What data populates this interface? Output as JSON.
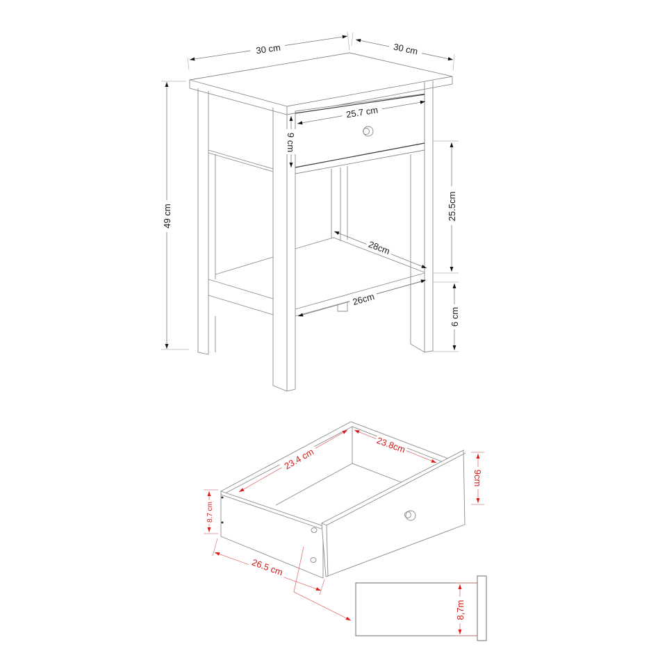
{
  "colors": {
    "background": "#ffffff",
    "outline": "#8a8a8a",
    "dimension_black": "#1a1a1a",
    "dimension_red": "#d11a1a"
  },
  "nightstand": {
    "labels": {
      "top_width": "30 cm",
      "top_depth": "30 cm",
      "total_height": "49 cm",
      "drawer_front_width": "25.7 cm",
      "drawer_height": "9 cm",
      "shelf_gap_height": "25.5cm",
      "shelf_depth": "28cm",
      "shelf_width": "26cm",
      "leg_clearance": "6 cm"
    }
  },
  "drawer": {
    "labels": {
      "inner_length": "23.4 cm",
      "inner_width": "23.8cm",
      "front_height": "9cm",
      "side_height": "8.7 cm",
      "side_length": "26.5 cm",
      "detail_height": "8,7m"
    }
  }
}
